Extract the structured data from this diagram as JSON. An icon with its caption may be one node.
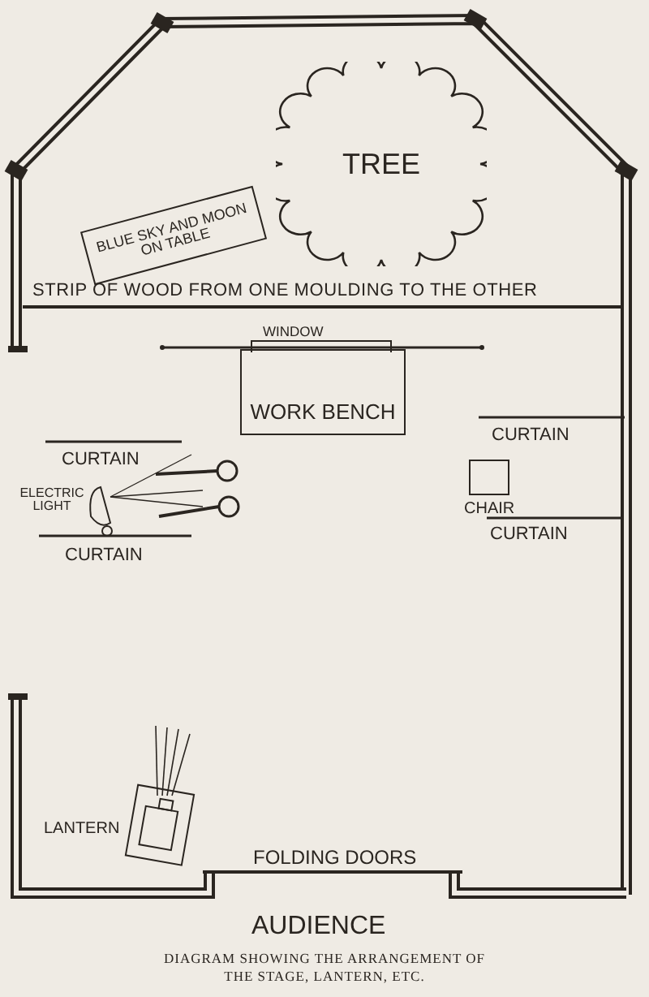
{
  "diagram": {
    "caption": "DIAGRAM SHOWING THE ARRANGEMENT OF THE STAGE, LANTERN, ETC.",
    "nodes": [
      {
        "text": [
          "TREE"
        ]
      },
      {
        "text": [
          "BLUE SKY AND MOON ON TABLE"
        ]
      },
      {
        "text": [
          "WORK BENCH"
        ]
      },
      {
        "text": [],
        "shape": "box",
        "beside": [
          "CHAIR"
        ]
      }
    ],
    "labels": [
      "STRIP OF WOOD FROM ONE MOULDING TO THE OTHER",
      "WINDOW",
      "CURTAIN",
      "ELECTRIC LIGHT",
      "CURTAIN",
      "CURTAIN",
      "CURTAIN",
      "LANTERN",
      "FOLDING DOORS",
      "AUDIENCE"
    ]
  }
}
